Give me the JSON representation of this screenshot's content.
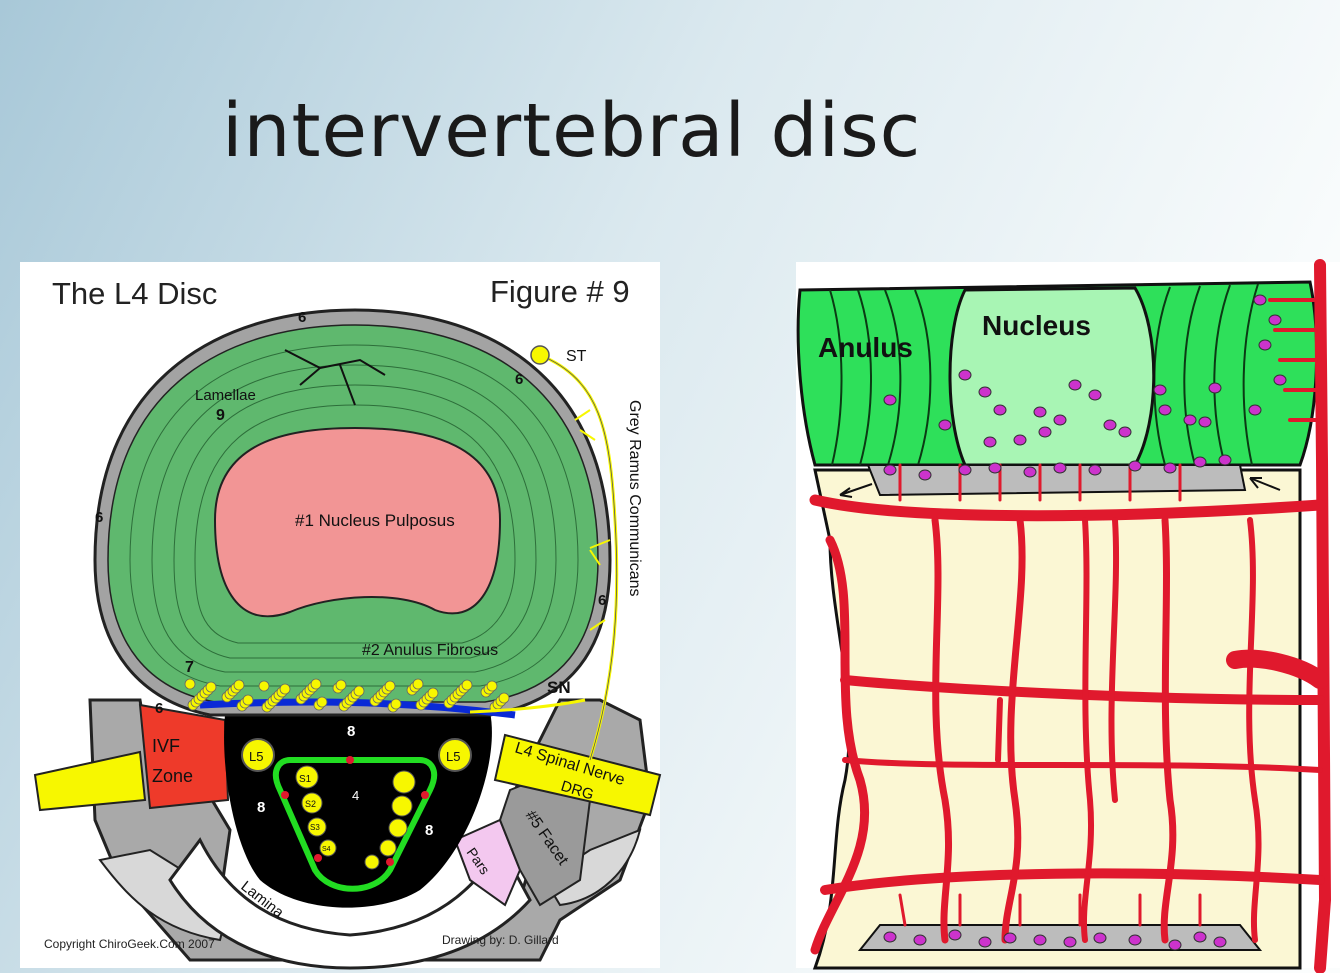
{
  "slide": {
    "title": "intervertebral disc"
  },
  "left_figure": {
    "heading_left": "The L4 Disc",
    "heading_right": "Figure # 9",
    "labels": {
      "st": "ST",
      "lamellae": "Lamellae",
      "nine": "9",
      "six": "6",
      "nucleus_pulposus": "#1 Nucleus Pulposus",
      "anulus_fibrosus": "#2 Anulus Fibrosus",
      "grey_ramus": "Grey Ramus Communicans",
      "seven": "7",
      "sn": "SN",
      "eight": "8",
      "ivf_zone_line1": "IVF",
      "ivf_zone_line2": "Zone",
      "l5": "L5",
      "s1": "S1",
      "s2": "S2",
      "s3": "S3",
      "s4": "S4",
      "four": "4",
      "spinal_nerve": "L4 Spinal Nerve",
      "drg": "DRG",
      "facet": "#5 Facet",
      "pars": "Pars",
      "lamina": "Lamina"
    },
    "copyright": "Copyright ChiroGeek.Com 2007",
    "credit": "Drawing by: D. Gillard"
  },
  "right_figure": {
    "labels": {
      "anulus": "Anulus",
      "nucleus": "Nucleus"
    }
  },
  "colors": {
    "disc_green": "#5fb86e",
    "nucleus_pink": "#f29595",
    "nerve_yellow": "#f7f700",
    "vessel_red": "#e0192d",
    "cell_magenta": "#cc33cc",
    "bone_cream": "#fbf7d4",
    "anulus_green": "#2ee05a",
    "nucleus_light_green": "#a8f5b4"
  }
}
